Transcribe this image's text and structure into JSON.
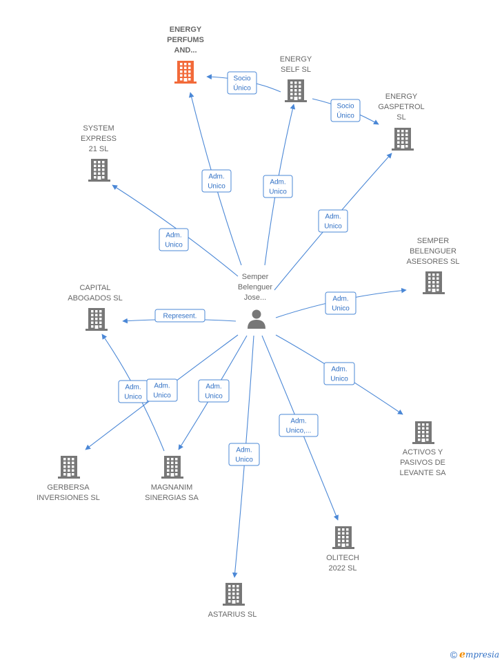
{
  "colors": {
    "edge": "#4a87d6",
    "company": "#777777",
    "highlight": "#f26a3a",
    "person": "#777777"
  },
  "center": {
    "lines": [
      "Semper",
      "Belenguer",
      "Jose..."
    ],
    "icon": "person-icon"
  },
  "nodes": [
    {
      "id": "energy_perfums",
      "lines": [
        "ENERGY",
        "PERFUMS",
        "AND..."
      ],
      "highlight": true
    },
    {
      "id": "energy_self",
      "lines": [
        "ENERGY",
        "SELF  SL"
      ],
      "highlight": false
    },
    {
      "id": "energy_gaspetrol",
      "lines": [
        "ENERGY",
        "GASPETROL",
        "SL"
      ],
      "highlight": false
    },
    {
      "id": "system_express",
      "lines": [
        "SYSTEM",
        "EXPRESS",
        "21 SL"
      ],
      "highlight": false
    },
    {
      "id": "semper_asesores",
      "lines": [
        "SEMPER",
        "BELENGUER",
        "ASESORES SL"
      ],
      "highlight": false
    },
    {
      "id": "capital_abogados",
      "lines": [
        "CAPITAL",
        "ABOGADOS SL"
      ],
      "highlight": false
    },
    {
      "id": "activos_pasivos",
      "lines": [
        "ACTIVOS Y",
        "PASIVOS DE",
        "LEVANTE SA"
      ],
      "highlight": false
    },
    {
      "id": "gerbersa",
      "lines": [
        "GERBERSA",
        "INVERSIONES SL"
      ],
      "highlight": false
    },
    {
      "id": "magnanim",
      "lines": [
        "MAGNANIM",
        "SINERGIAS SA"
      ],
      "highlight": false
    },
    {
      "id": "olitech",
      "lines": [
        "OLITECH",
        "2022  SL"
      ],
      "highlight": false
    },
    {
      "id": "astarius",
      "lines": [
        "ASTARIUS SL"
      ],
      "highlight": false
    }
  ],
  "edges": [
    {
      "id": "e1",
      "lines": [
        "Socio",
        "Único"
      ]
    },
    {
      "id": "e2",
      "lines": [
        "Socio",
        "Único"
      ]
    },
    {
      "id": "e3",
      "lines": [
        "Adm.",
        "Unico"
      ]
    },
    {
      "id": "e4",
      "lines": [
        "Adm.",
        "Unico"
      ]
    },
    {
      "id": "e5",
      "lines": [
        "Adm.",
        "Unico"
      ]
    },
    {
      "id": "e6",
      "lines": [
        "Adm.",
        "Unico"
      ]
    },
    {
      "id": "e7",
      "lines": [
        "Adm.",
        "Unico"
      ]
    },
    {
      "id": "e8",
      "lines": [
        "Represent."
      ]
    },
    {
      "id": "e9",
      "lines": [
        "Adm.",
        "Unico"
      ]
    },
    {
      "id": "e10",
      "lines": [
        "Adm.",
        "Unico"
      ]
    },
    {
      "id": "e11",
      "lines": [
        "Adm.",
        "Unico"
      ]
    },
    {
      "id": "e12",
      "lines": [
        "Adm.",
        "Unico"
      ]
    },
    {
      "id": "e13",
      "lines": [
        "Adm.",
        "Unico"
      ]
    },
    {
      "id": "e14",
      "lines": [
        "Adm.",
        "Unico,..."
      ]
    }
  ],
  "footer": {
    "copyright": "©",
    "brand_initial": "e",
    "brand_rest": "mpresia"
  }
}
